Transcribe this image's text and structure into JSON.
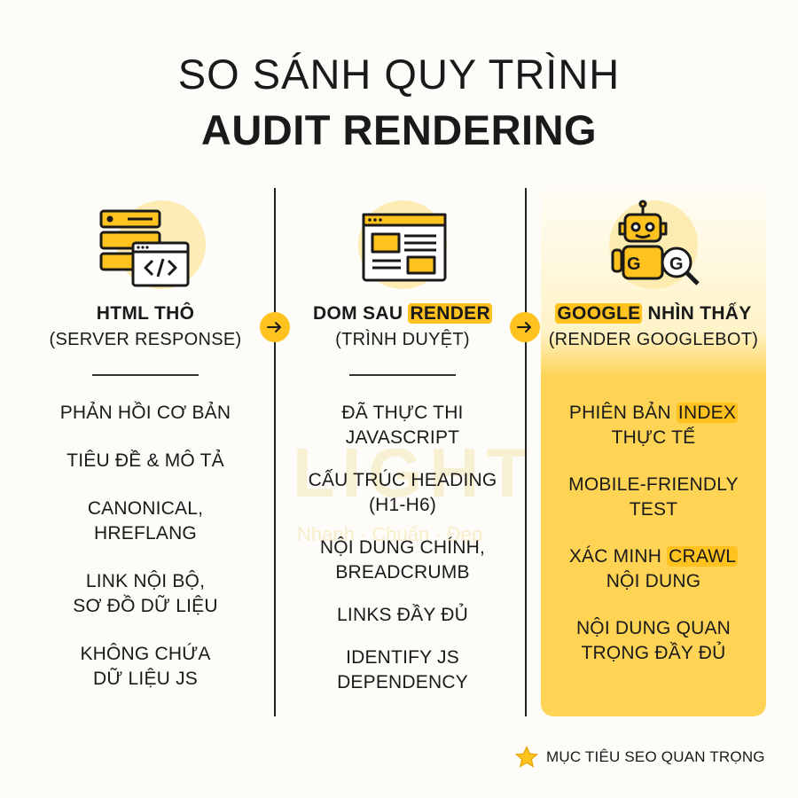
{
  "title": {
    "line1": "SO SÁNH QUY TRÌNH",
    "line2": "AUDIT RENDERING"
  },
  "watermark": {
    "brand": "LIGHT",
    "tagline": "Nhanh · Chuẩn · Đẹp"
  },
  "columns": [
    {
      "icon": "server-code-icon",
      "heading": "HTML THÔ",
      "subheading": "(SERVER RESPONSE)",
      "items": [
        "PHẢN HỒI CƠ BẢN",
        "TIÊU ĐỀ & MÔ TẢ",
        "CANONICAL,\nHREFLANG",
        "LINK NỘI BỘ,\nSƠ ĐỒ DỮ LIỆU",
        "KHÔNG CHỨA\nDỮ LIỆU JS"
      ]
    },
    {
      "icon": "browser-window-icon",
      "heading_pre": "DOM SAU ",
      "heading_mark": "RENDER",
      "subheading": "(TRÌNH DUYỆT)",
      "items": [
        "ĐÃ THỰC THI\nJAVASCRIPT",
        "CẤU TRÚC HEADING\n(H1-H6)",
        "NỘI DUNG CHÍNH,\nBREADCRUMB",
        "LINKS ĐẦY ĐỦ",
        "IDENTIFY JS\nDEPENDENCY"
      ]
    },
    {
      "icon": "googlebot-robot-icon",
      "heading_mark": "GOOGLE",
      "heading_post": " NHÌN THẤY",
      "subheading": "(RENDER GOOGLEBOT)",
      "items": [
        {
          "pre": "PHIÊN BẢN ",
          "mark": "INDEX",
          "post": "\nTHỰC TẾ"
        },
        {
          "pre": "MOBILE-FRIENDLY\nTEST",
          "mark": "",
          "post": ""
        },
        {
          "pre": "XÁC MINH ",
          "mark": "CRAWL",
          "post": "\nNỘI DUNG"
        },
        {
          "pre": "NỘI DUNG QUAN\nTRỌNG ĐẦY ĐỦ",
          "mark": "",
          "post": ""
        }
      ]
    }
  ],
  "legend": {
    "icon": "star-icon",
    "label": "MỤC TIÊU SEO QUAN TRỌNG"
  },
  "colors": {
    "accent": "#ffc21e",
    "highlight_panel": "#ffd454",
    "text": "#1a1a1a",
    "background": "#fdfcf8"
  }
}
